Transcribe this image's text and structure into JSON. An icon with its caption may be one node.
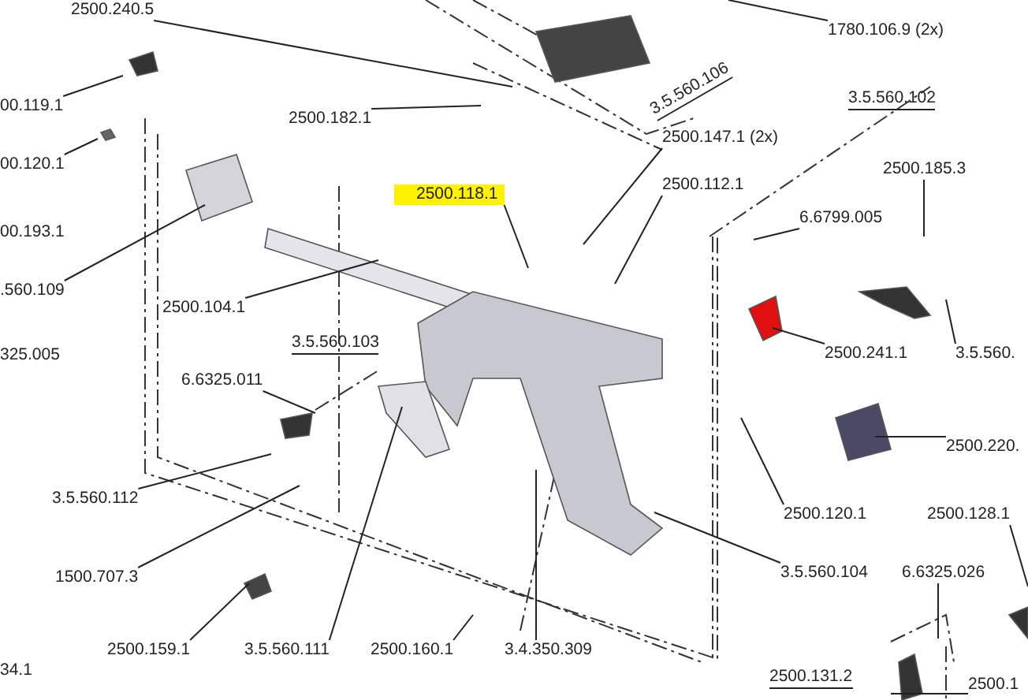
{
  "diagram": {
    "nodes": [
      {
        "text": [
          "2500.240.5"
        ]
      },
      {
        "text": [
          "1780.106.9 (2x)"
        ]
      },
      {
        "text": [
          "00.119.1"
        ]
      },
      {
        "text": [
          "2500.182.1"
        ]
      },
      {
        "text": [
          "00.120.1"
        ]
      },
      {
        "text": [
          "2500.147.1 (2x)"
        ]
      },
      {
        "text": [
          "2500.118.1"
        ]
      },
      {
        "text": [
          "2500.112.1"
        ]
      },
      {
        "text": [
          "6.6799.005"
        ]
      },
      {
        "text": [
          ".560.109"
        ]
      },
      {
        "text": [
          "2500.185.3"
        ]
      },
      {
        "text": [
          "2500.104.1"
        ]
      },
      {
        "text": [
          "2500.241.1"
        ]
      },
      {
        "text": [
          "3.5.560."
        ]
      },
      {
        "text": [
          "6.6325.011"
        ]
      },
      {
        "text": [
          "2500.220."
        ]
      },
      {
        "text": [
          "3.5.560.112"
        ]
      },
      {
        "text": [
          "2500.120.1"
        ]
      },
      {
        "text": [
          "2500.128.1"
        ]
      },
      {
        "text": [
          "1500.707.3"
        ]
      },
      {
        "text": [
          "3.5.560.104"
        ]
      },
      {
        "text": [
          "6.6325.026"
        ]
      },
      {
        "text": [
          "2500.159.1"
        ]
      },
      {
        "text": [
          "3.5.560.111"
        ]
      },
      {
        "text": [
          "2500.160.1"
        ]
      },
      {
        "text": [
          "3.4.350.309"
        ]
      },
      {
        "text": [
          "2500.1"
        ]
      }
    ],
    "edges": [
      {
        "from": 0,
        "to": null,
        "arrow": "none"
      },
      {
        "from": 1,
        "to": null,
        "arrow": "none"
      },
      {
        "from": 2,
        "to": null,
        "arrow": "none"
      },
      {
        "from": 3,
        "to": null,
        "arrow": "none"
      },
      {
        "from": 4,
        "to": null,
        "arrow": "none"
      },
      {
        "from": 5,
        "to": null,
        "arrow": "none"
      },
      {
        "from": 6,
        "to": null,
        "arrow": "none"
      },
      {
        "from": 7,
        "to": null,
        "arrow": "none"
      },
      {
        "from": 8,
        "to": null,
        "arrow": "none"
      },
      {
        "from": 9,
        "to": null,
        "arrow": "none"
      },
      {
        "from": 10,
        "to": null,
        "arrow": "none"
      },
      {
        "from": 11,
        "to": null,
        "arrow": "none"
      },
      {
        "from": 12,
        "to": null,
        "arrow": "none"
      },
      {
        "from": 13,
        "to": null,
        "arrow": "none"
      },
      {
        "from": 14,
        "to": null,
        "arrow": "none"
      },
      {
        "from": 15,
        "to": null,
        "arrow": "none"
      },
      {
        "from": 16,
        "to": null,
        "arrow": "none"
      },
      {
        "from": 17,
        "to": null,
        "arrow": "none"
      },
      {
        "from": 18,
        "to": null,
        "arrow": "none"
      },
      {
        "from": 19,
        "to": null,
        "arrow": "none"
      },
      {
        "from": 20,
        "to": null,
        "arrow": "none"
      },
      {
        "from": 21,
        "to": null,
        "arrow": "none"
      },
      {
        "from": 22,
        "to": null,
        "arrow": "none"
      },
      {
        "from": 23,
        "to": null,
        "arrow": "none"
      },
      {
        "from": 24,
        "to": null,
        "arrow": "none"
      },
      {
        "from": 25,
        "to": null,
        "arrow": "none"
      },
      {
        "from": 26,
        "to": null,
        "arrow": "none"
      }
    ],
    "labels": [
      "00.193.1",
      "325.005",
      "34.1",
      "3.5.560.106",
      "3.5.560.102",
      "3.5.560.103",
      "2500.131.2"
    ]
  }
}
